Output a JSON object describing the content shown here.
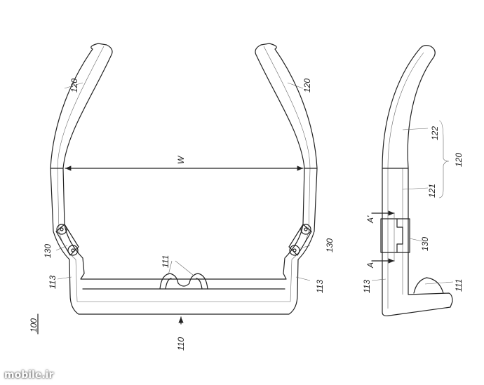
{
  "figure": {
    "front_view": {
      "labels": {
        "arm_left": "120",
        "arm_right": "120",
        "width": "W",
        "hinge_left": "130",
        "hinge_right": "130",
        "body_left": "113",
        "body_right": "113",
        "nose_pad": "111",
        "front_frame": "110",
        "device": "100"
      }
    },
    "side_view": {
      "labels": {
        "arm_upper": "122",
        "arm_lower": "121",
        "arm_group": "120",
        "section_a_prime": "A'",
        "hinge": "130",
        "section_a": "A",
        "body": "113",
        "nose_pad": "111"
      }
    }
  },
  "watermark": "mobile.ir"
}
